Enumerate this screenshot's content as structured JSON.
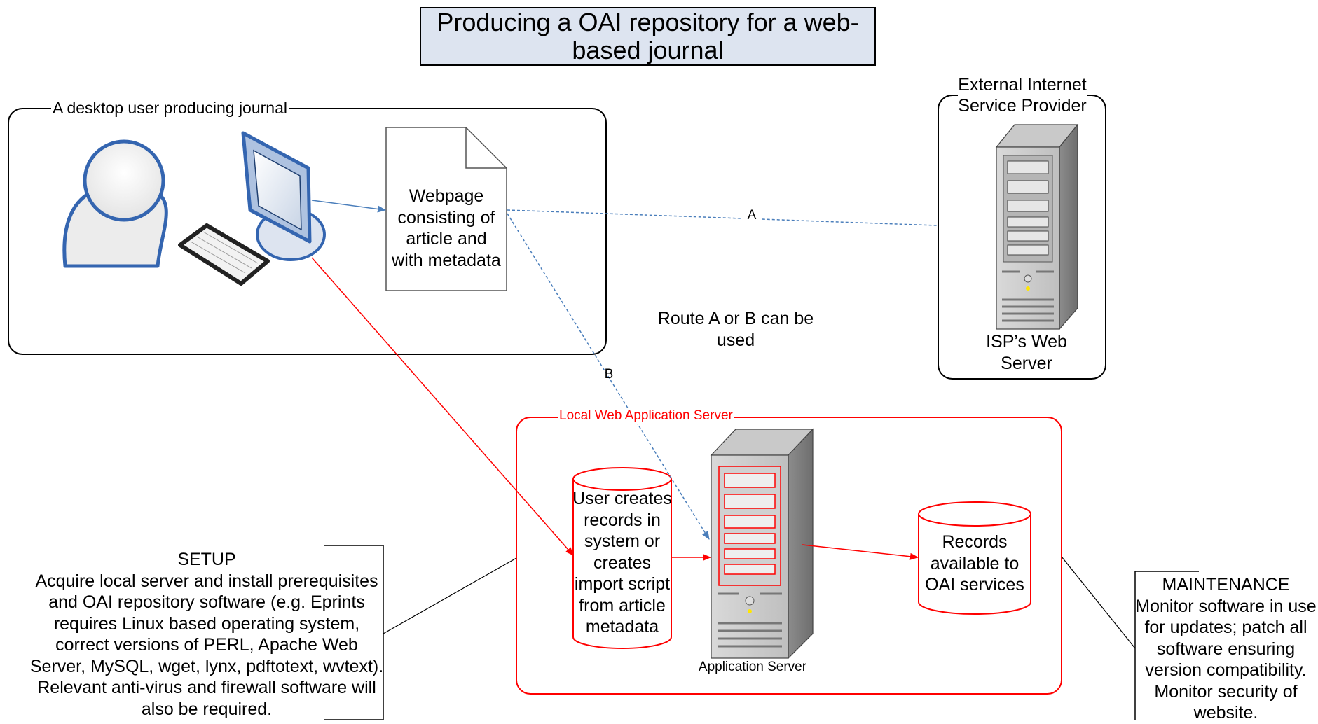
{
  "title": "Producing a OAI repository for a web-based journal",
  "title_lines": [
    "Producing a OAI repository for a web-",
    "based journal"
  ],
  "groups": {
    "desktop": "A desktop user producing journal",
    "isp": [
      "External Internet",
      "Service Provider"
    ],
    "local": "Local Web Application Server"
  },
  "nodes": {
    "webpage": [
      "Webpage",
      "consisting of",
      "article and",
      "with metadata"
    ],
    "isp_server": [
      "ISP’s Web",
      "Server"
    ],
    "user_creates": [
      "User creates",
      "records in",
      "system or",
      "creates",
      "import script",
      "from article",
      "metadata"
    ],
    "records": [
      "Records",
      "available to",
      "OAI services"
    ],
    "app_server": "Application Server"
  },
  "edges": {
    "route_a": "A",
    "route_b": "B"
  },
  "route_note": [
    "Route A or B can be",
    "used"
  ],
  "setup": {
    "heading": "SETUP",
    "lines": [
      "Acquire local server and install prerequisites",
      "and OAI repository software (e.g. Eprints",
      "requires Linux based operating system,",
      "correct versions of PERL, Apache Web",
      "Server, MySQL, wget, lynx, pdftotext, wvtext).",
      "Relevant anti-virus and firewall software will",
      "also be required."
    ]
  },
  "maintenance": {
    "heading": "MAINTENANCE",
    "lines": [
      "Monitor software in use",
      "for updates; patch all",
      "software ensuring",
      "version compatibility.",
      "Monitor security of",
      "website."
    ]
  },
  "colors": {
    "title_fill": "#dde4f0",
    "local_group": "#ff0000",
    "blue_line": "#4a7ebb",
    "person_outline": "#3465b0",
    "server_grey": "#a6a6a6"
  }
}
